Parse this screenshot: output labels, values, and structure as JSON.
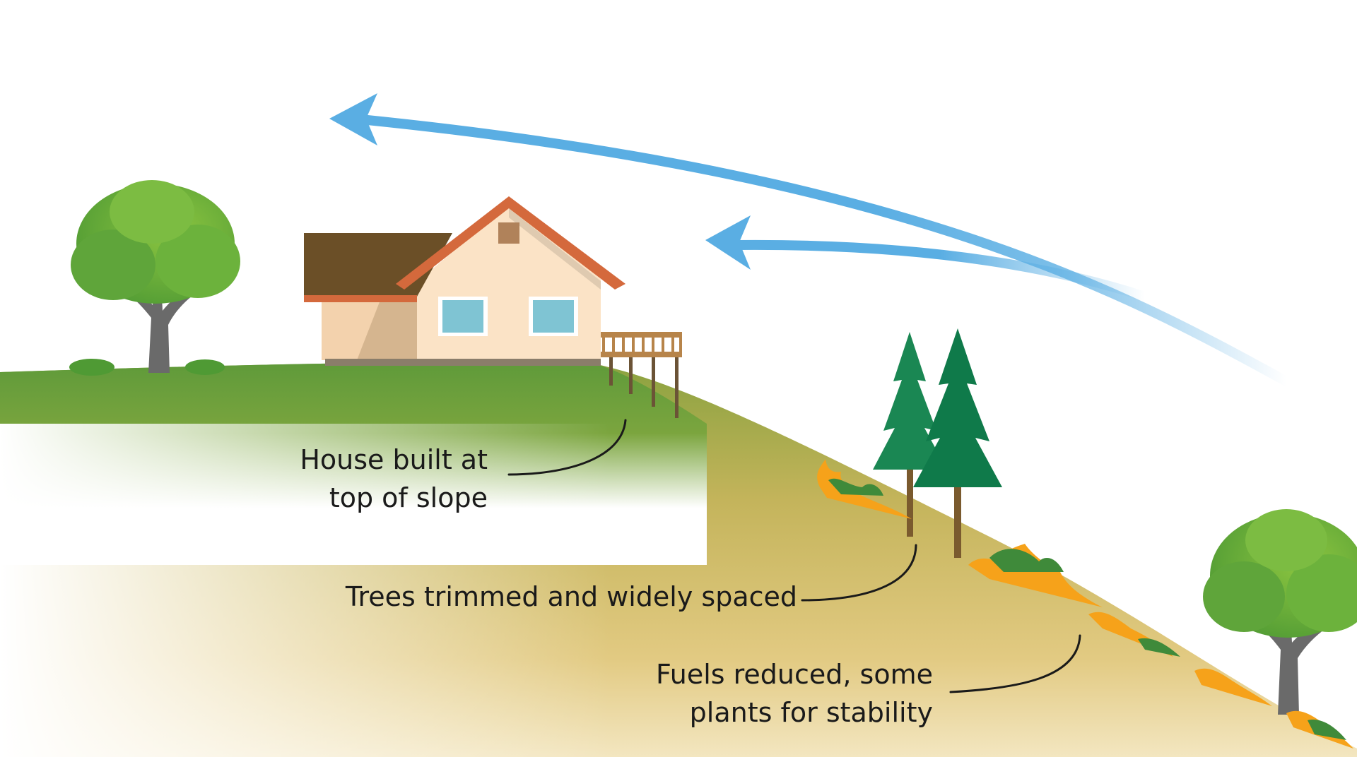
{
  "labels": {
    "house": [
      "House built at",
      "top of slope"
    ],
    "trees": "Trees trimmed and widely spaced",
    "fuels": [
      "Fuels reduced, some",
      "plants for stability"
    ]
  },
  "colors": {
    "wind_arrow": "#5aaee3",
    "grass": "#6f9a3a",
    "soil": "#d9c07a",
    "pine": "#0f7a4a",
    "leaf_tree": "#6cab3a",
    "roof_main": "#6b4f27",
    "roof_trim": "#d4693c",
    "wall": "#fbe3c6",
    "fire": "#f6a21a"
  },
  "icons": [
    "wind-arrow-icon",
    "deciduous-tree-icon",
    "pine-tree-icon",
    "house-icon",
    "deck-icon",
    "fire-icon"
  ]
}
